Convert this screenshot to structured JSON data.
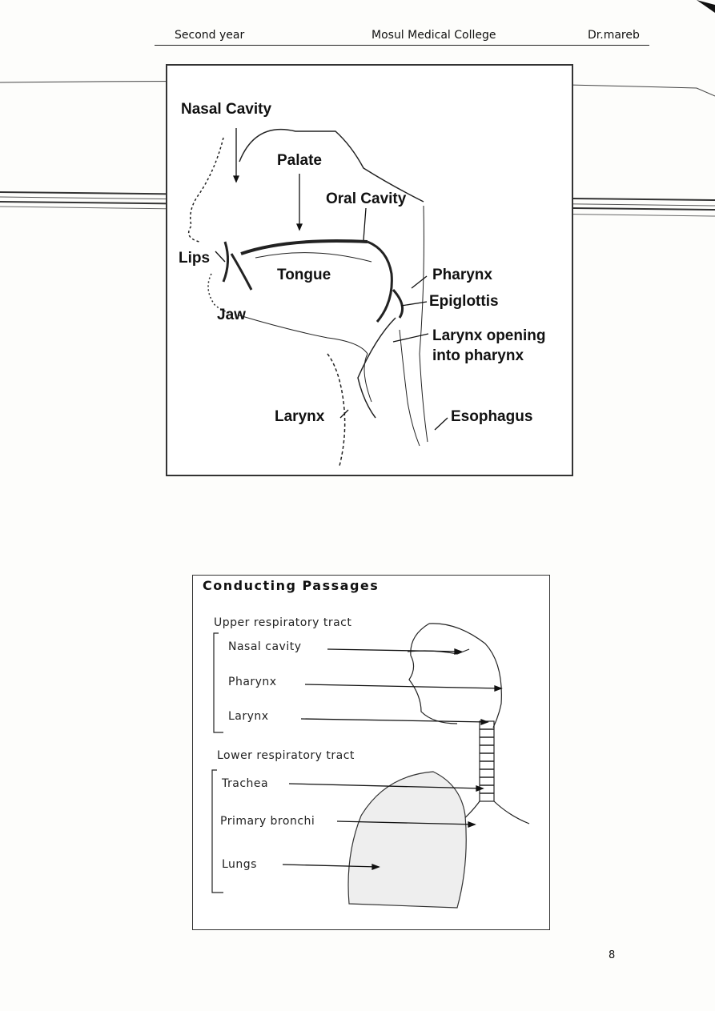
{
  "header": {
    "left": "Second year",
    "center": "Mosul Medical College",
    "right": "Dr.mareb"
  },
  "figure1": {
    "labels": {
      "nasal_cavity": "Nasal Cavity",
      "palate": "Palate",
      "oral_cavity": "Oral Cavity",
      "lips": "Lips",
      "tongue": "Tongue",
      "jaw": "Jaw",
      "pharynx": "Pharynx",
      "epiglottis": "Epiglottis",
      "larynx_opening_1": "Larynx opening",
      "larynx_opening_2": "into pharynx",
      "larynx": "Larynx",
      "esophagus": "Esophagus"
    }
  },
  "figure2": {
    "title": "Conducting Passages",
    "upper_tract": "Upper respiratory tract",
    "lower_tract": "Lower respiratory tract",
    "upper_items": [
      "Nasal cavity",
      "Pharynx",
      "Larynx"
    ],
    "lower_items": [
      "Trachea",
      "Primary bronchi",
      "Lungs"
    ]
  },
  "page_number": "8"
}
